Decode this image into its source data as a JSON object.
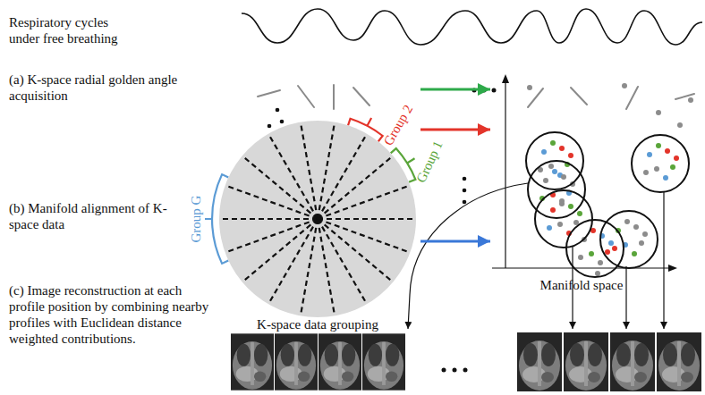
{
  "diagram": {
    "nodes": [
      {
        "text": [
          "K-space data grouping"
        ]
      },
      {
        "text": [
          "Manifold space"
        ]
      }
    ],
    "edges": [
      {
        "from": 0,
        "to": 1,
        "arrow": "to"
      },
      {
        "from": 0,
        "to": 1,
        "arrow": "to"
      },
      {
        "from": 0,
        "to": 1,
        "arrow": "to"
      }
    ],
    "labels": [
      "Respiratory cycles under free breathing",
      "(a) K-space radial golden angle acquisition",
      "(b) Manifold alignment of K-space data",
      "(c) Image reconstruction at each profile position by combining nearby profiles with Euclidean distance weighted contributions.",
      "Group 2",
      "Group 1",
      "Group G"
    ]
  }
}
